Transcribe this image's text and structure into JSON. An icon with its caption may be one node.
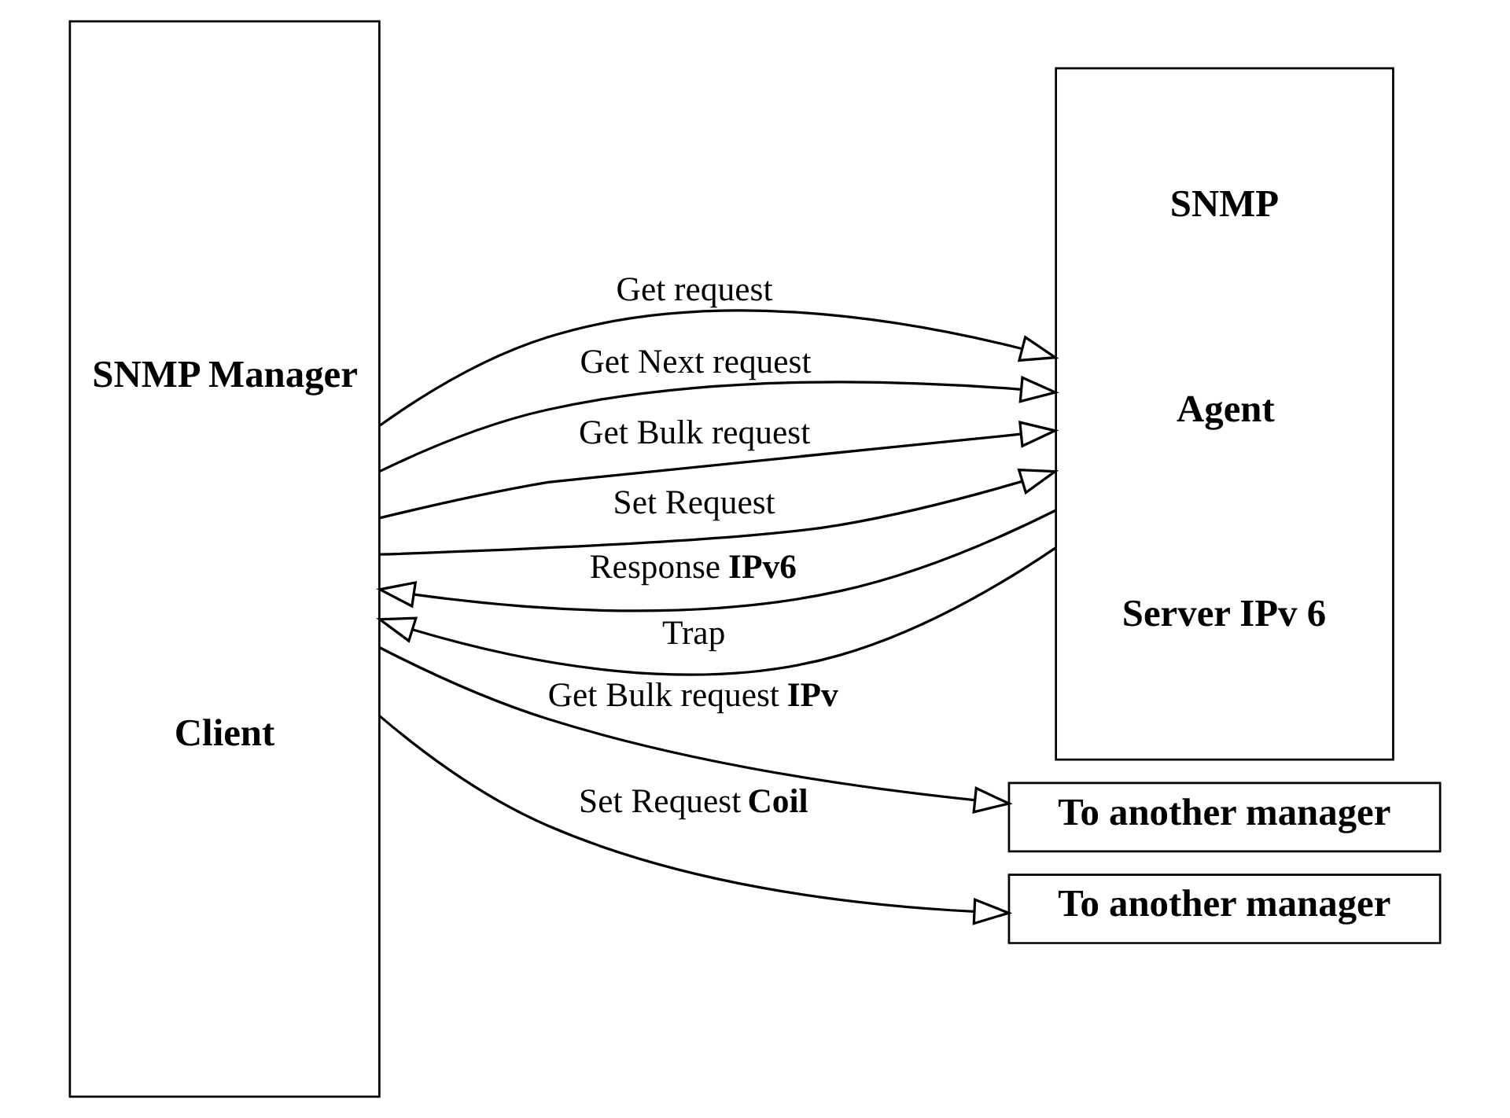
{
  "diagram": {
    "nodes": [
      {
        "text": [
          "SNMP Manager",
          "Client"
        ]
      },
      {
        "text": [
          "SNMP",
          "Agent",
          "Server IPv 6"
        ]
      },
      {
        "text": [
          "To another manager"
        ]
      },
      {
        "text": [
          "To another manager"
        ]
      }
    ],
    "edges": [
      {
        "from": 0,
        "to": 1,
        "arrow": "to",
        "label": "Get request"
      },
      {
        "from": 0,
        "to": 1,
        "arrow": "to",
        "label": "Get Next request"
      },
      {
        "from": 0,
        "to": 1,
        "arrow": "to",
        "label": "Get Bulk request"
      },
      {
        "from": 0,
        "to": 1,
        "arrow": "to",
        "label": "Set Request"
      },
      {
        "from": 1,
        "to": 0,
        "arrow": "to",
        "label": "Response **IPv6**"
      },
      {
        "from": 1,
        "to": 0,
        "arrow": "to",
        "label": "Trap"
      },
      {
        "from": 0,
        "to": 2,
        "arrow": "to",
        "label": "Get Bulk request **IPv**"
      },
      {
        "from": 0,
        "to": 3,
        "arrow": "to",
        "label": "Set Request **Coil**"
      }
    ]
  }
}
